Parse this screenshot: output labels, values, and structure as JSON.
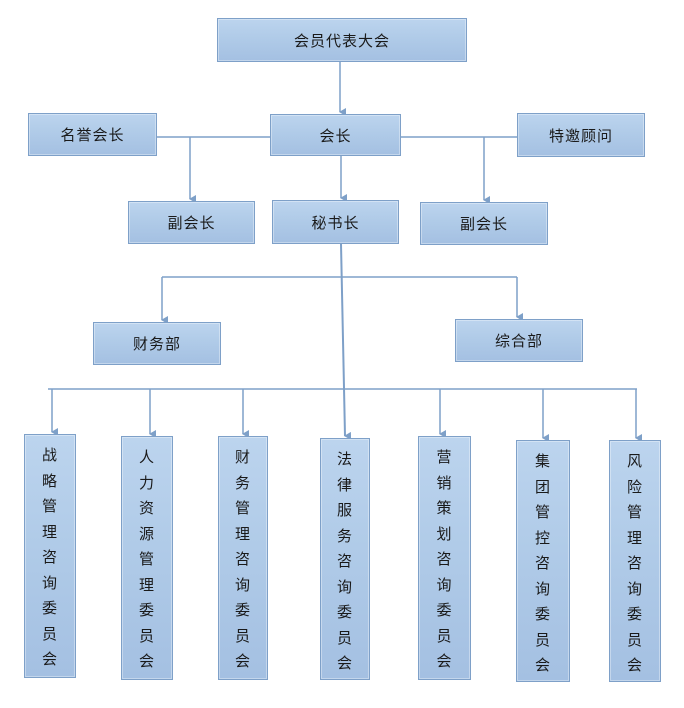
{
  "colors": {
    "box_fill_top": "#bcd4ee",
    "box_fill_bottom": "#a4c0e2",
    "box_border": "#7ea0c8",
    "connector": "#7ea0c8",
    "text": "#1a1a1a"
  },
  "nodes": {
    "assembly": "会员代表大会",
    "honorary_president": "名誉会长",
    "president": "会长",
    "special_advisor": "特邀顾问",
    "vice_president_left": "副会长",
    "secretary_general": "秘书长",
    "vice_president_right": "副会长",
    "finance_dept": "财务部",
    "general_dept": "综合部"
  },
  "committees": [
    {
      "name": "战略管理咨询委员会"
    },
    {
      "name": "人力资源管理委员会"
    },
    {
      "name": "财务管理咨询委员会"
    },
    {
      "name": "法律服务咨询委员会"
    },
    {
      "name": "营销策划咨询委员会"
    },
    {
      "name": "集团管控咨询委员会"
    },
    {
      "name": "风险管理咨询委员会"
    }
  ],
  "edges": [
    [
      "会员代表大会",
      "会长"
    ],
    [
      "会长",
      "秘书长"
    ],
    [
      "名誉会长",
      "会长"
    ],
    [
      "会长",
      "特邀顾问"
    ],
    [
      "会长",
      "副会长(左)"
    ],
    [
      "会长",
      "副会长(右)"
    ],
    [
      "秘书长",
      "财务部"
    ],
    [
      "秘书长",
      "综合部"
    ],
    [
      "秘书长",
      "委员会(全部)"
    ]
  ]
}
